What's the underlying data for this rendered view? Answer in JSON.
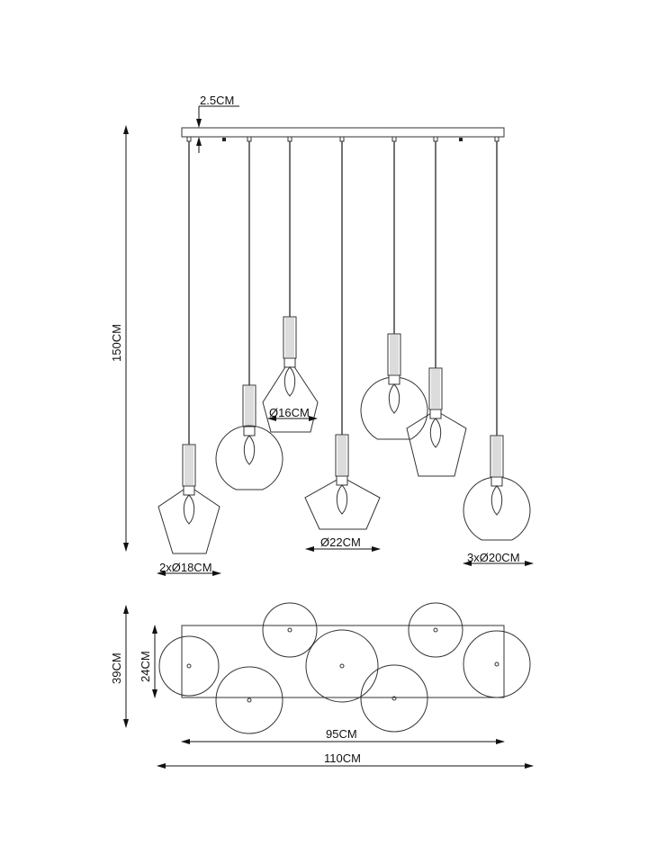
{
  "title": "Pendant light dimension drawing",
  "labels": {
    "canopy_height": "2.5CM",
    "total_height": "150CM",
    "shade_small": "Ø16CM",
    "shade_large": "Ø22CM",
    "shade_18": "2xØ18CM",
    "shade_20": "3xØ20CM",
    "depth_total": "39CM",
    "depth_canopy": "24CM",
    "width_canopy": "95CM",
    "width_total": "110CM"
  }
}
